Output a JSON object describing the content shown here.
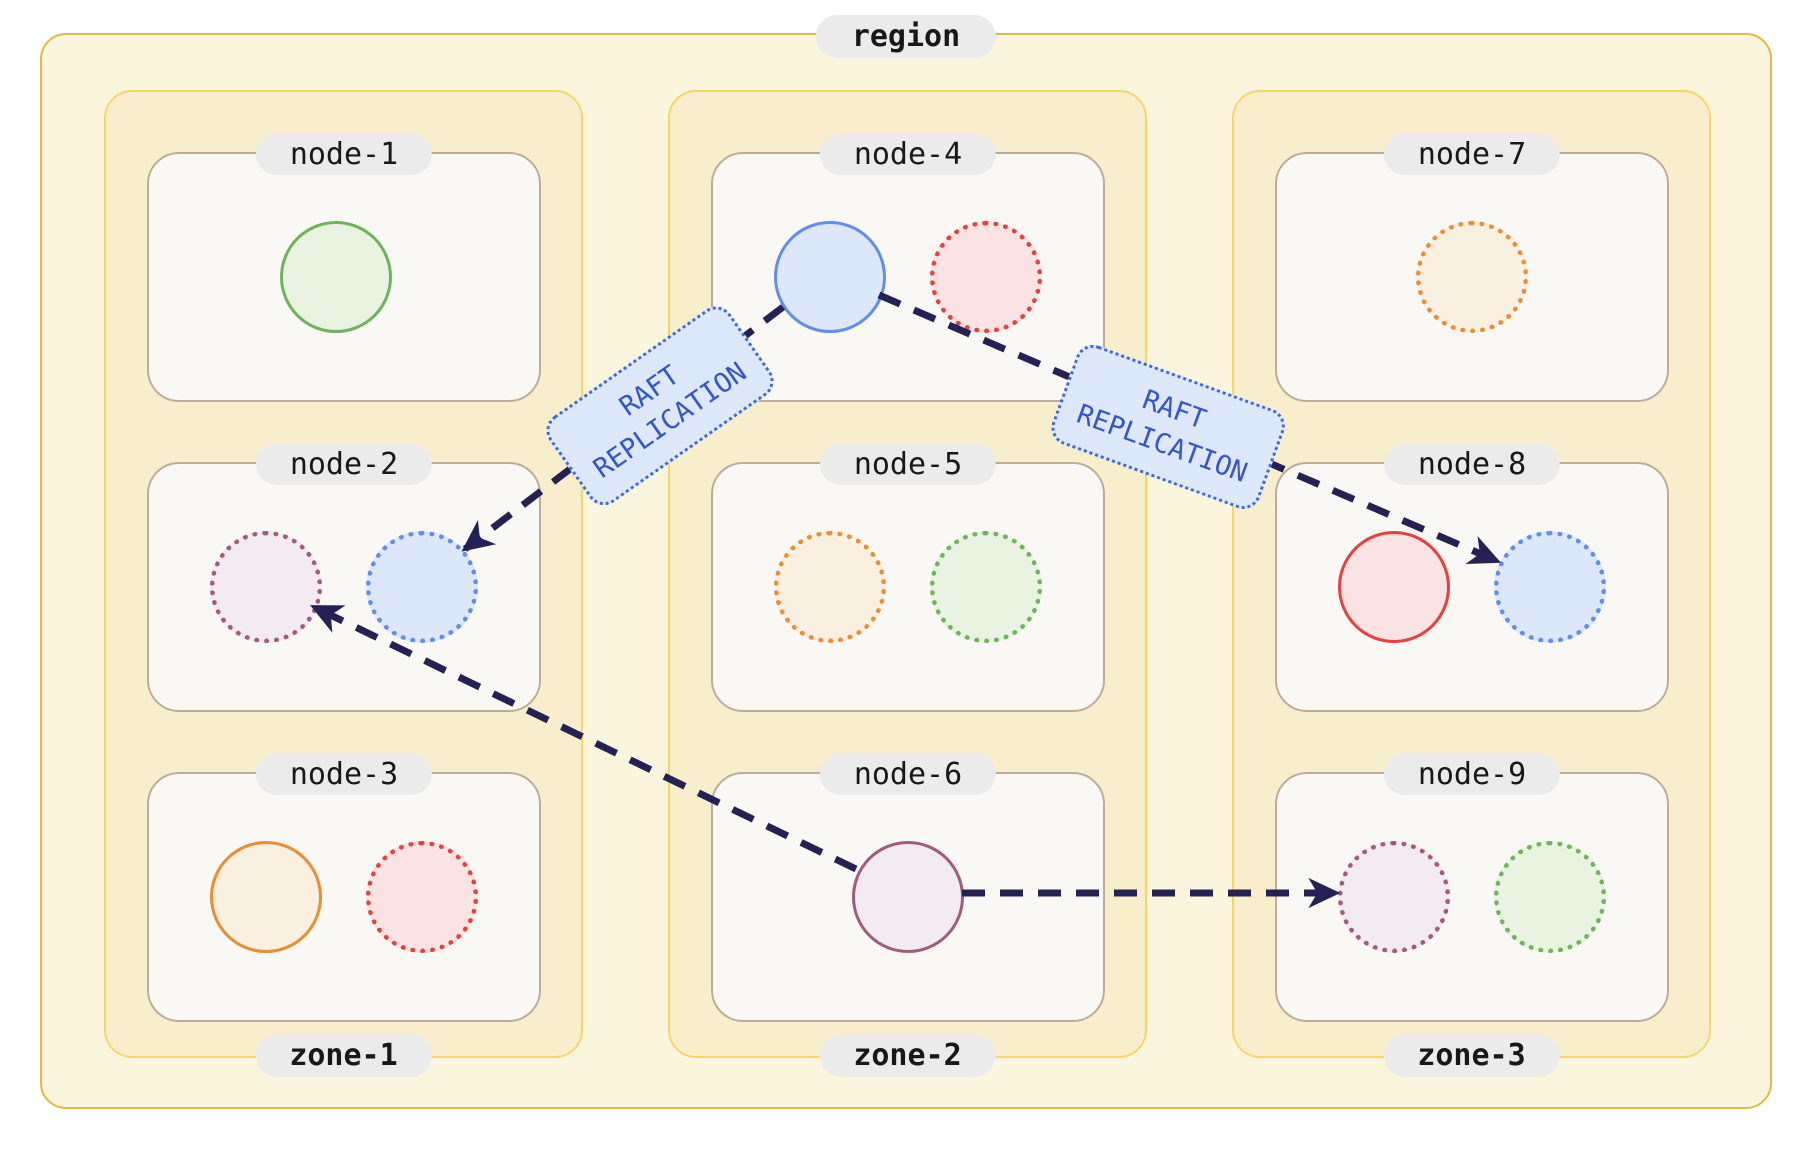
{
  "region": {
    "label": "region"
  },
  "zones": [
    {
      "label": "zone-1",
      "nodes": [
        {
          "id": "node-1",
          "label": "node-1",
          "replicas": [
            {
              "color": "green",
              "style": "solid"
            }
          ]
        },
        {
          "id": "node-2",
          "label": "node-2",
          "replicas": [
            {
              "color": "purple",
              "style": "dotted"
            },
            {
              "color": "blue",
              "style": "dotted"
            }
          ]
        },
        {
          "id": "node-3",
          "label": "node-3",
          "replicas": [
            {
              "color": "orange",
              "style": "solid"
            },
            {
              "color": "red",
              "style": "dotted"
            }
          ]
        }
      ]
    },
    {
      "label": "zone-2",
      "nodes": [
        {
          "id": "node-4",
          "label": "node-4",
          "replicas": [
            {
              "color": "blue",
              "style": "solid"
            },
            {
              "color": "red",
              "style": "dotted"
            }
          ]
        },
        {
          "id": "node-5",
          "label": "node-5",
          "replicas": [
            {
              "color": "orange",
              "style": "dotted"
            },
            {
              "color": "green",
              "style": "dotted"
            }
          ]
        },
        {
          "id": "node-6",
          "label": "node-6",
          "replicas": [
            {
              "color": "purple",
              "style": "solid"
            }
          ]
        }
      ]
    },
    {
      "label": "zone-3",
      "nodes": [
        {
          "id": "node-7",
          "label": "node-7",
          "replicas": [
            {
              "color": "orange",
              "style": "dotted"
            }
          ]
        },
        {
          "id": "node-8",
          "label": "node-8",
          "replicas": [
            {
              "color": "red",
              "style": "solid"
            },
            {
              "color": "blue",
              "style": "dotted"
            }
          ]
        },
        {
          "id": "node-9",
          "label": "node-9",
          "replicas": [
            {
              "color": "purple",
              "style": "dotted"
            },
            {
              "color": "green",
              "style": "dotted"
            }
          ]
        }
      ]
    }
  ],
  "replication_links": [
    {
      "from": "node-4",
      "to": "node-2",
      "label": "RAFT REPLICATION"
    },
    {
      "from": "node-4",
      "to": "node-8",
      "label": "RAFT REPLICATION"
    },
    {
      "from": "node-6",
      "to": "node-2"
    },
    {
      "from": "node-6",
      "to": "node-9"
    }
  ],
  "colors": {
    "region-border": "#E3B843",
    "region-bg": "#FCF5DE",
    "zone-border": "#F7D763",
    "zone-bg": "#F8EECB",
    "node-border": "#BFAB9B",
    "node-bg": "#FAF8F4",
    "pill-bg": "#EBEBEB",
    "pill-text": "#181818",
    "arrow": "#252157",
    "raft-text": "#3356CE",
    "raft-bg": "#DDE8FB",
    "raft-border": "#3E69DA",
    "green": "#6CB558",
    "green-fill": "#E9F3E2",
    "blue": "#5E8FF0",
    "blue-fill": "#DCE7F9",
    "red": "#E8413D",
    "red-fill": "#FBE3E4",
    "orange": "#EC8E2F",
    "orange-fill": "#FAF0E2",
    "purple": "#A45A7D",
    "purple-fill": "#F4EAF1"
  }
}
